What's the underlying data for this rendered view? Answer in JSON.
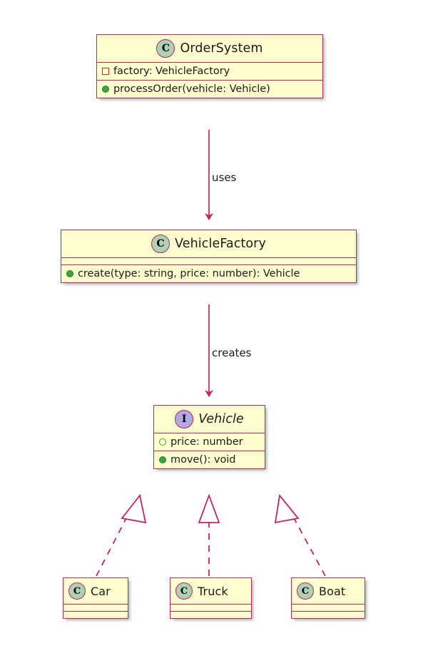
{
  "diagram": {
    "type": "uml-class-diagram",
    "background_color": "#FFFFFF",
    "palette": {
      "box_fill": "#FEFECE",
      "box_border": "#C2255C",
      "class_icon_fill": "#ADD1B2",
      "interface_icon_fill": "#B4A7E5",
      "edge_color": "#C2255C",
      "public_marker": "#38A63B",
      "private_marker": "#C82930",
      "text_color": "#1B1B1B"
    },
    "classes": [
      {
        "id": "order-system",
        "name": "OrderSystem",
        "stereotype_letter": "C",
        "stereotype_kind": "class",
        "italic_name": false,
        "attributes": [
          {
            "visibility": "private",
            "marker": "private-field",
            "text": "factory: VehicleFactory"
          }
        ],
        "methods": [
          {
            "visibility": "public",
            "marker": "public-method",
            "text": "processOrder(vehicle: Vehicle)"
          }
        ]
      },
      {
        "id": "vehicle-factory",
        "name": "VehicleFactory",
        "stereotype_letter": "C",
        "stereotype_kind": "class",
        "italic_name": false,
        "attributes": [],
        "methods": [
          {
            "visibility": "public",
            "marker": "public-method",
            "text": "create(type: string, price: number): Vehicle"
          }
        ]
      },
      {
        "id": "vehicle",
        "name": "Vehicle",
        "stereotype_letter": "I",
        "stereotype_kind": "interface",
        "italic_name": true,
        "attributes": [
          {
            "visibility": "protected",
            "marker": "protected-field",
            "text": "price: number"
          }
        ],
        "methods": [
          {
            "visibility": "public",
            "marker": "public-method",
            "text": "move(): void"
          }
        ]
      },
      {
        "id": "car",
        "name": "Car",
        "stereotype_letter": "C",
        "stereotype_kind": "class",
        "italic_name": false,
        "attributes": [],
        "methods": []
      },
      {
        "id": "truck",
        "name": "Truck",
        "stereotype_letter": "C",
        "stereotype_kind": "class",
        "italic_name": false,
        "attributes": [],
        "methods": []
      },
      {
        "id": "boat",
        "name": "Boat",
        "stereotype_letter": "C",
        "stereotype_kind": "class",
        "italic_name": false,
        "attributes": [],
        "methods": []
      }
    ],
    "relationships": [
      {
        "id": "uses",
        "label": "uses",
        "from": "OrderSystem",
        "to": "VehicleFactory",
        "line_style": "solid",
        "arrow_head": "filled-open-arrow"
      },
      {
        "id": "creates",
        "label": "creates",
        "from": "VehicleFactory",
        "to": "Vehicle",
        "line_style": "solid",
        "arrow_head": "filled-open-arrow"
      },
      {
        "id": "car-realizes-vehicle",
        "label": "",
        "from": "Car",
        "to": "Vehicle",
        "line_style": "dashed",
        "arrow_head": "hollow-triangle"
      },
      {
        "id": "truck-realizes-vehicle",
        "label": "",
        "from": "Truck",
        "to": "Vehicle",
        "line_style": "dashed",
        "arrow_head": "hollow-triangle"
      },
      {
        "id": "boat-realizes-vehicle",
        "label": "",
        "from": "Boat",
        "to": "Vehicle",
        "line_style": "dashed",
        "arrow_head": "hollow-triangle"
      }
    ]
  }
}
